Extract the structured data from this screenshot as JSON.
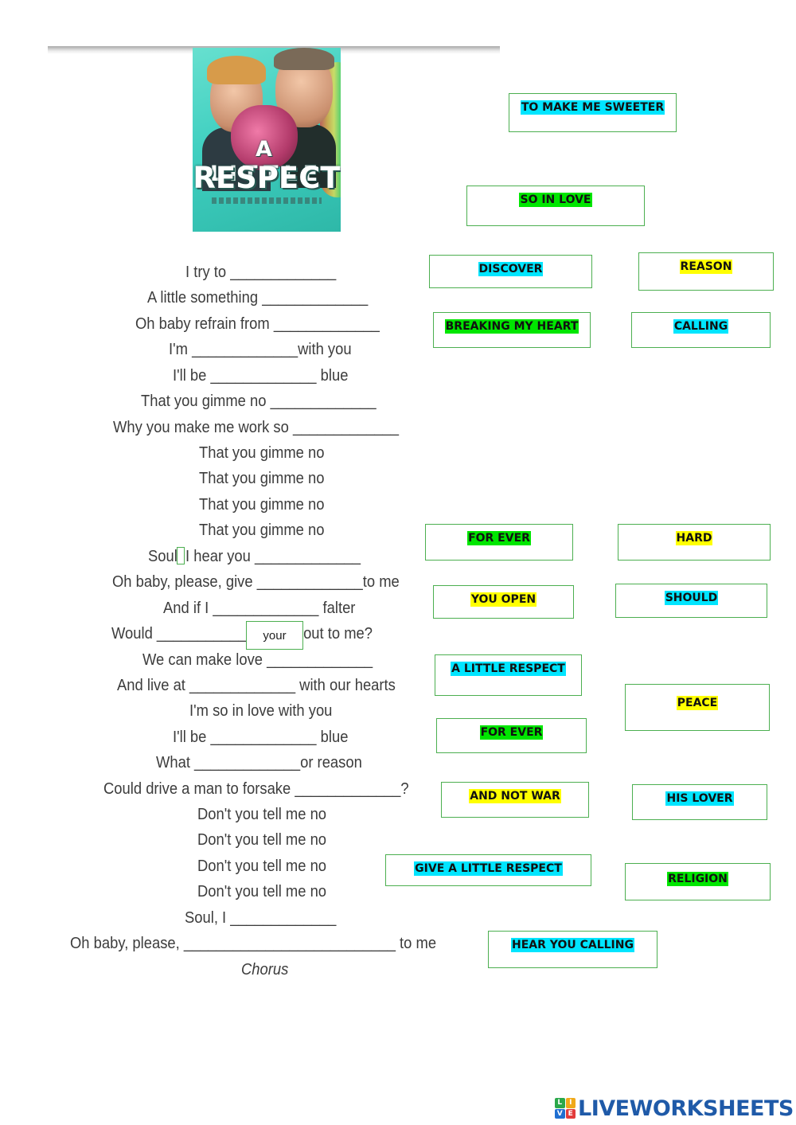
{
  "cover": {
    "line1": "A LITTLE",
    "line2": "RESPECT"
  },
  "lyrics": [
    "I try to _____________",
    "A little something _____________",
    "Oh baby refrain from _____________",
    "I'm _____________with you",
    "I'll be _____________ blue",
    "That you gimme no _____________",
    "Why you make me work so _____________",
    "That you gimme no",
    "That you gimme no",
    "That you gimme no",
    "That you gimme no",
    "Soul, I hear you _____________",
    "Oh baby, please, give _____________to me",
    "And if I _____________ falter",
    "Would _____________ arms out to me?",
    "We can make love _____________",
    "And live at _____________ with our hearts",
    "I'm so in love with you",
    "I'll be _____________ blue",
    "What _____________or reason",
    "Could drive a man to forsake _____________?",
    "Don't you tell me no",
    "Don't you tell me no",
    "Don't you tell me no",
    "Don't you tell me no",
    "Soul, I _____________",
    "Oh baby, please, __________________________ to me",
    "Chorus"
  ],
  "filled_answer": "your",
  "colors": {
    "cyan": "#00e5ff",
    "green": "#00e600",
    "yellow": "#ffff00",
    "box_border": "#4caf50"
  },
  "answers": [
    {
      "label": "TO MAKE ME SWEETER",
      "highlight": "cyan"
    },
    {
      "label": "SO IN LOVE",
      "highlight": "green"
    },
    {
      "label": "DISCOVER",
      "highlight": "cyan"
    },
    {
      "label": "REASON",
      "highlight": "yellow"
    },
    {
      "label": "BREAKING MY HEART",
      "highlight": "green"
    },
    {
      "label": "CALLING",
      "highlight": "cyan"
    },
    {
      "label": "FOR EVER",
      "highlight": "green"
    },
    {
      "label": "HARD",
      "highlight": "yellow"
    },
    {
      "label": "YOU OPEN",
      "highlight": "yellow"
    },
    {
      "label": "SHOULD",
      "highlight": "cyan"
    },
    {
      "label": "A LITTLE RESPECT",
      "highlight": "cyan"
    },
    {
      "label": "PEACE",
      "highlight": "yellow"
    },
    {
      "label": "FOR EVER",
      "highlight": "green"
    },
    {
      "label": "AND NOT WAR",
      "highlight": "yellow"
    },
    {
      "label": "HIS LOVER",
      "highlight": "cyan"
    },
    {
      "label": "GIVE A LITTLE RESPECT",
      "highlight": "cyan"
    },
    {
      "label": "RELIGION",
      "highlight": "green"
    },
    {
      "label": "HEAR YOU CALLING",
      "highlight": "cyan"
    }
  ],
  "brand": {
    "name": "LIVEWORKSHEETS",
    "color": "#1f5aa8"
  }
}
